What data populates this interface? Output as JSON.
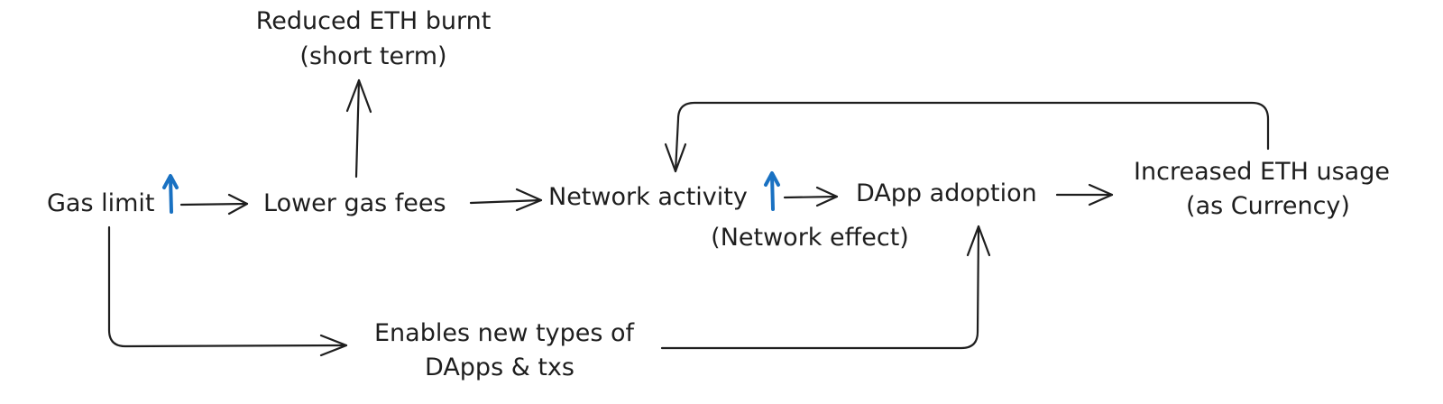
{
  "diagram": {
    "nodes": {
      "gas_limit": "Gas limit",
      "lower_gas_fees": "Lower gas fees",
      "reduced_eth_burnt_line1": "Reduced ETH burnt",
      "reduced_eth_burnt_line2": "(short term)",
      "network_activity": "Network activity",
      "network_effect": "(Network effect)",
      "dapp_adoption": "DApp adoption",
      "increased_eth_usage_line1": "Increased ETH usage",
      "increased_eth_usage_line2": "(as Currency)",
      "enables_new_types_line1": "Enables new types of",
      "enables_new_types_line2": "DApps & txs"
    },
    "indicator_color": "#1971c2",
    "stroke_color": "#1e1e1e"
  }
}
